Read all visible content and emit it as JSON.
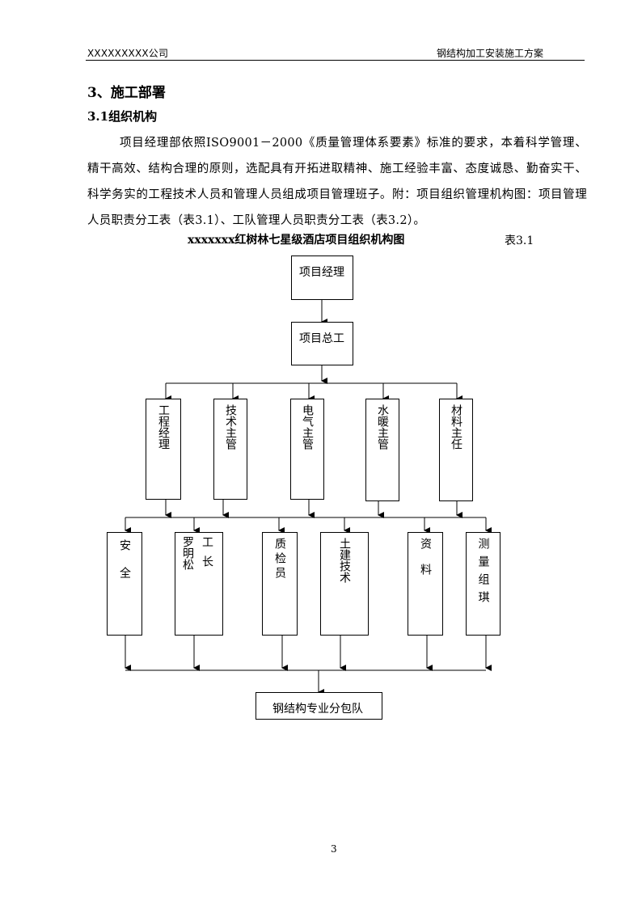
{
  "header": {
    "company": "XXXXXXXXX公司",
    "doc_title": "钢结构加工安装施工方案"
  },
  "section": {
    "heading": "3、施工部署",
    "subheading": "3.1组织机构",
    "paragraph": "项目经理部依照ISO9001－2000《质量管理体系要素》标准的要求，本着科学管理、精干高效、结构合理的原则，选配具有开拓进取精神、施工经验丰富、态度诚恳、勤奋实干、科学务实的工程技术人员和管理人员组成项目管理班子。附：项目组织管理机构图：项目管理人员职责分工表（表3.1）、工队管理人员职责分工表（表3.2）。"
  },
  "org_chart": {
    "title": "xxxxxxx红树林七星级酒店项目组织机构图",
    "table_ref": "表3.1",
    "top": [
      "项目经理",
      "项目总工"
    ],
    "level2": [
      "工程经理",
      "技术主管",
      "电气主管",
      "水暖主管",
      "材料主任"
    ],
    "level3": [
      "安全",
      "罗明松",
      "工长",
      "质检员",
      "土建技术",
      "资料",
      "测量组琪"
    ],
    "bottom": "钢结构专业分包队"
  },
  "page_number": "3"
}
